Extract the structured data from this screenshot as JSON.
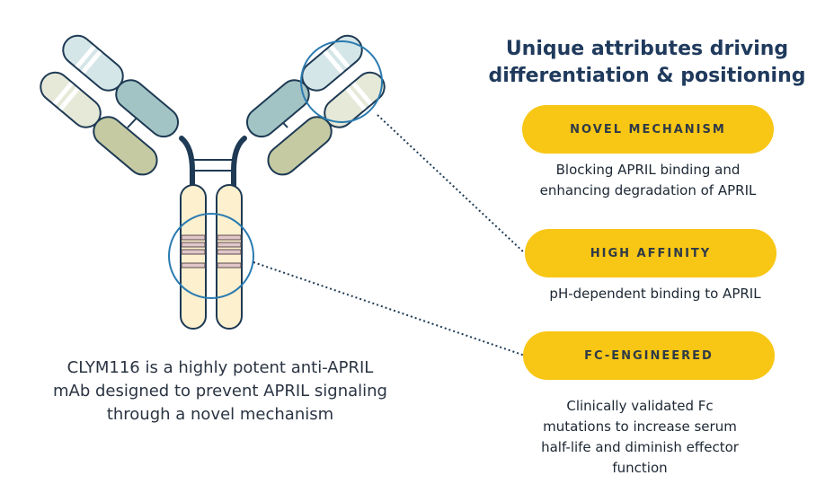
{
  "heading": {
    "line1": "Unique attributes driving",
    "line2": "differentiation & positioning"
  },
  "attributes": [
    {
      "label": "NOVEL MECHANISM",
      "lines": [
        "Blocking APRIL binding and",
        "enhancing degradation of APRIL"
      ]
    },
    {
      "label": "HIGH AFFINITY",
      "lines": [
        "pH-dependent binding to APRIL"
      ]
    },
    {
      "label": "FC-ENGINEERED",
      "lines": [
        "Clinically validated Fc",
        "mutations to increase serum",
        "half-life and diminish effector",
        "function"
      ]
    }
  ],
  "caption": {
    "line1": "CLYM116 is a highly potent anti-APRIL",
    "line2": "mAb designed to prevent APRIL signaling",
    "line3": "through a novel mechanism"
  },
  "colors": {
    "heading": "#1f3a5c",
    "pill": "#f8c614",
    "hinge": "#1e3a54",
    "circle": "#2a7bb0",
    "heavy_light_teal": "#d5e6e8",
    "heavy_dark_teal": "#a3c4c4",
    "light_pale": "#e6e9d8",
    "light_olive": "#c5caa2",
    "fc": "#fdf0cf",
    "stripe": "#e0c6c8"
  }
}
